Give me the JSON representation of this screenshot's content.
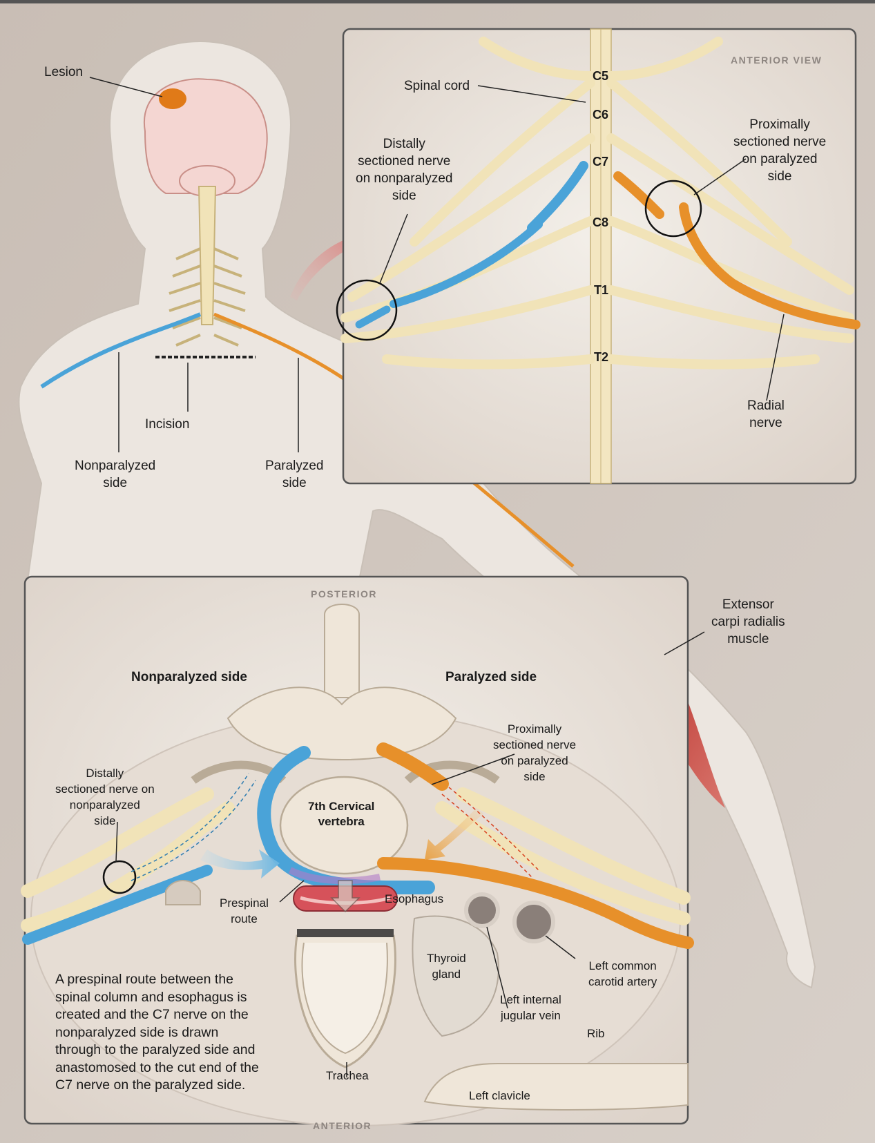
{
  "top_inset": {
    "caption": "ANTERIOR VIEW",
    "spinal_cord": "Spinal cord",
    "vertebra_labels": [
      "C5",
      "C6",
      "C7",
      "C8",
      "T1",
      "T2"
    ],
    "distal_nerve": "Distally\nsectioned nerve\non nonparalyzed\nside",
    "proximal_nerve": "Proximally\nsectioned nerve\non paralyzed\nside",
    "radial_nerve": "Radial\nnerve"
  },
  "figure": {
    "lesion": "Lesion",
    "incision": "Incision",
    "nonparalyzed_side": "Nonparalyzed\nside",
    "paralyzed_side": "Paralyzed\nside",
    "extensor": "Extensor\ncarpi radialis\nmuscle"
  },
  "bottom_inset": {
    "caption_top": "POSTERIOR",
    "caption_bottom": "ANTERIOR",
    "nonparalyzed_heading": "Nonparalyzed side",
    "paralyzed_heading": "Paralyzed side",
    "proximal_nerve": "Proximally\nsectioned nerve\non paralyzed\nside",
    "distal_nerve": "Distally\nsectioned nerve on\nnonparalyzed\nside",
    "vertebra": "7th Cervical\nvertebra",
    "prespinal_route": "Prespinal\nroute",
    "esophagus": "Esophagus",
    "thyroid": "Thyroid\ngland",
    "carotid": "Left common\ncarotid artery",
    "jugular": "Left internal\njugular vein",
    "rib": "Rib",
    "trachea": "Trachea",
    "clavicle": "Left clavicle",
    "description": "A prespinal route between the\nspinal column and esophagus is\ncreated and the C7 nerve on the\nnonparalyzed side is drawn\nthrough to the paralyzed side and\nanastomosed to the cut end of the\nC7 nerve on the paralyzed side."
  },
  "colors": {
    "background": "#cfc5bd",
    "skin": "#ece6e0",
    "nerve": "#f1e3b8",
    "nonparalyzed_nerve": "#4aa3d8",
    "paralyzed_nerve": "#e7902a",
    "lesion": "#e07a18",
    "muscle": "#c0403a"
  }
}
